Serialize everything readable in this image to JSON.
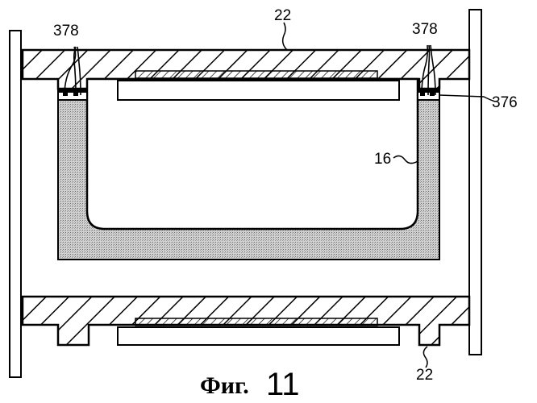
{
  "labels": {
    "top_housing": "22",
    "left_wires": "378",
    "right_wires": "378",
    "seal": "376",
    "container": "16",
    "bottom_housing": "22"
  },
  "caption": {
    "prefix": "Фиг.",
    "number": "11"
  },
  "colors": {
    "ink": "#000000",
    "fill": "#c9c9c9",
    "background": "#ffffff"
  }
}
